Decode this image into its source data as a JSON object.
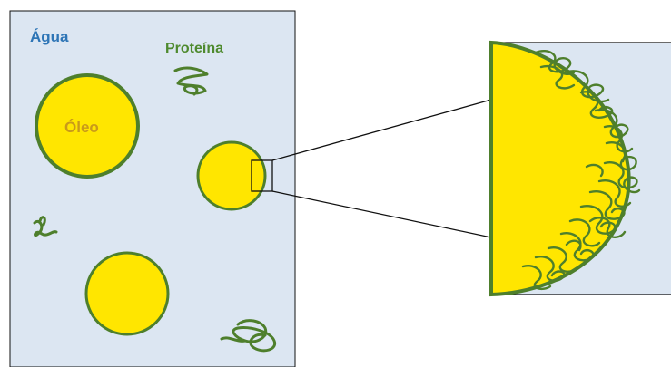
{
  "labels": {
    "water": "Água",
    "protein": "Proteína",
    "oil": "Óleo"
  },
  "colors": {
    "water_bg": "#dce6f2",
    "oil_fill": "#ffe600",
    "protein_green": "#4e7f2c",
    "water_label": "#2e75b6",
    "protein_label": "#4e8a2e",
    "oil_label": "#c99a1a",
    "frame": "#111111"
  }
}
